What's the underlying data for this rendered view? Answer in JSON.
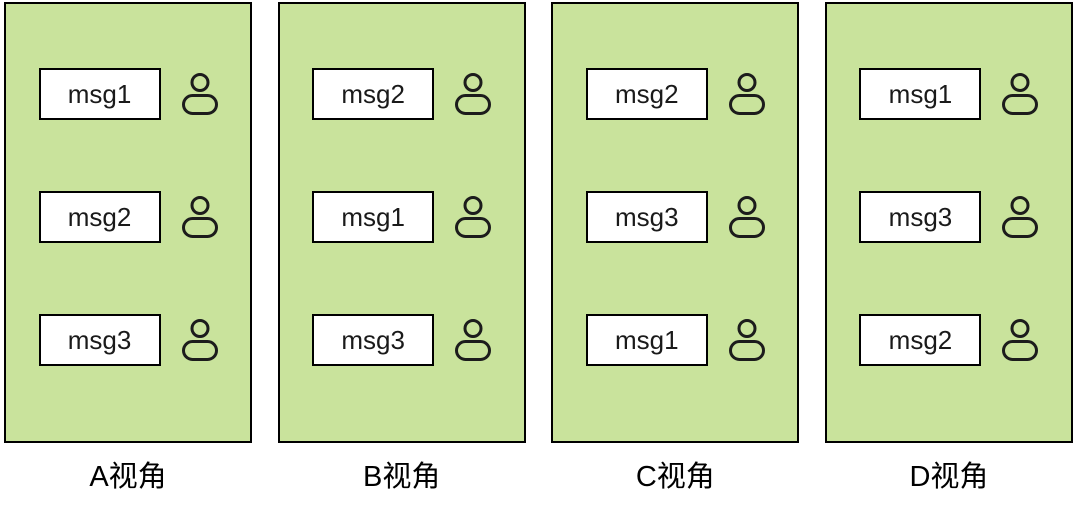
{
  "panels": [
    {
      "label": "A视角",
      "messages": [
        "msg1",
        "msg2",
        "msg3"
      ]
    },
    {
      "label": "B视角",
      "messages": [
        "msg2",
        "msg1",
        "msg3"
      ]
    },
    {
      "label": "C视角",
      "messages": [
        "msg2",
        "msg3",
        "msg1"
      ]
    },
    {
      "label": "D视角",
      "messages": [
        "msg1",
        "msg3",
        "msg2"
      ]
    }
  ],
  "icons": {
    "row_icon": "person-icon"
  },
  "colors": {
    "background": "#ffffff",
    "panel_fill": "#c9e39c",
    "panel_border": "#000000",
    "box_fill": "#ffffff",
    "box_border": "#000000",
    "icon_stroke": "#1c1c1c",
    "text": "#1a1a1a"
  }
}
